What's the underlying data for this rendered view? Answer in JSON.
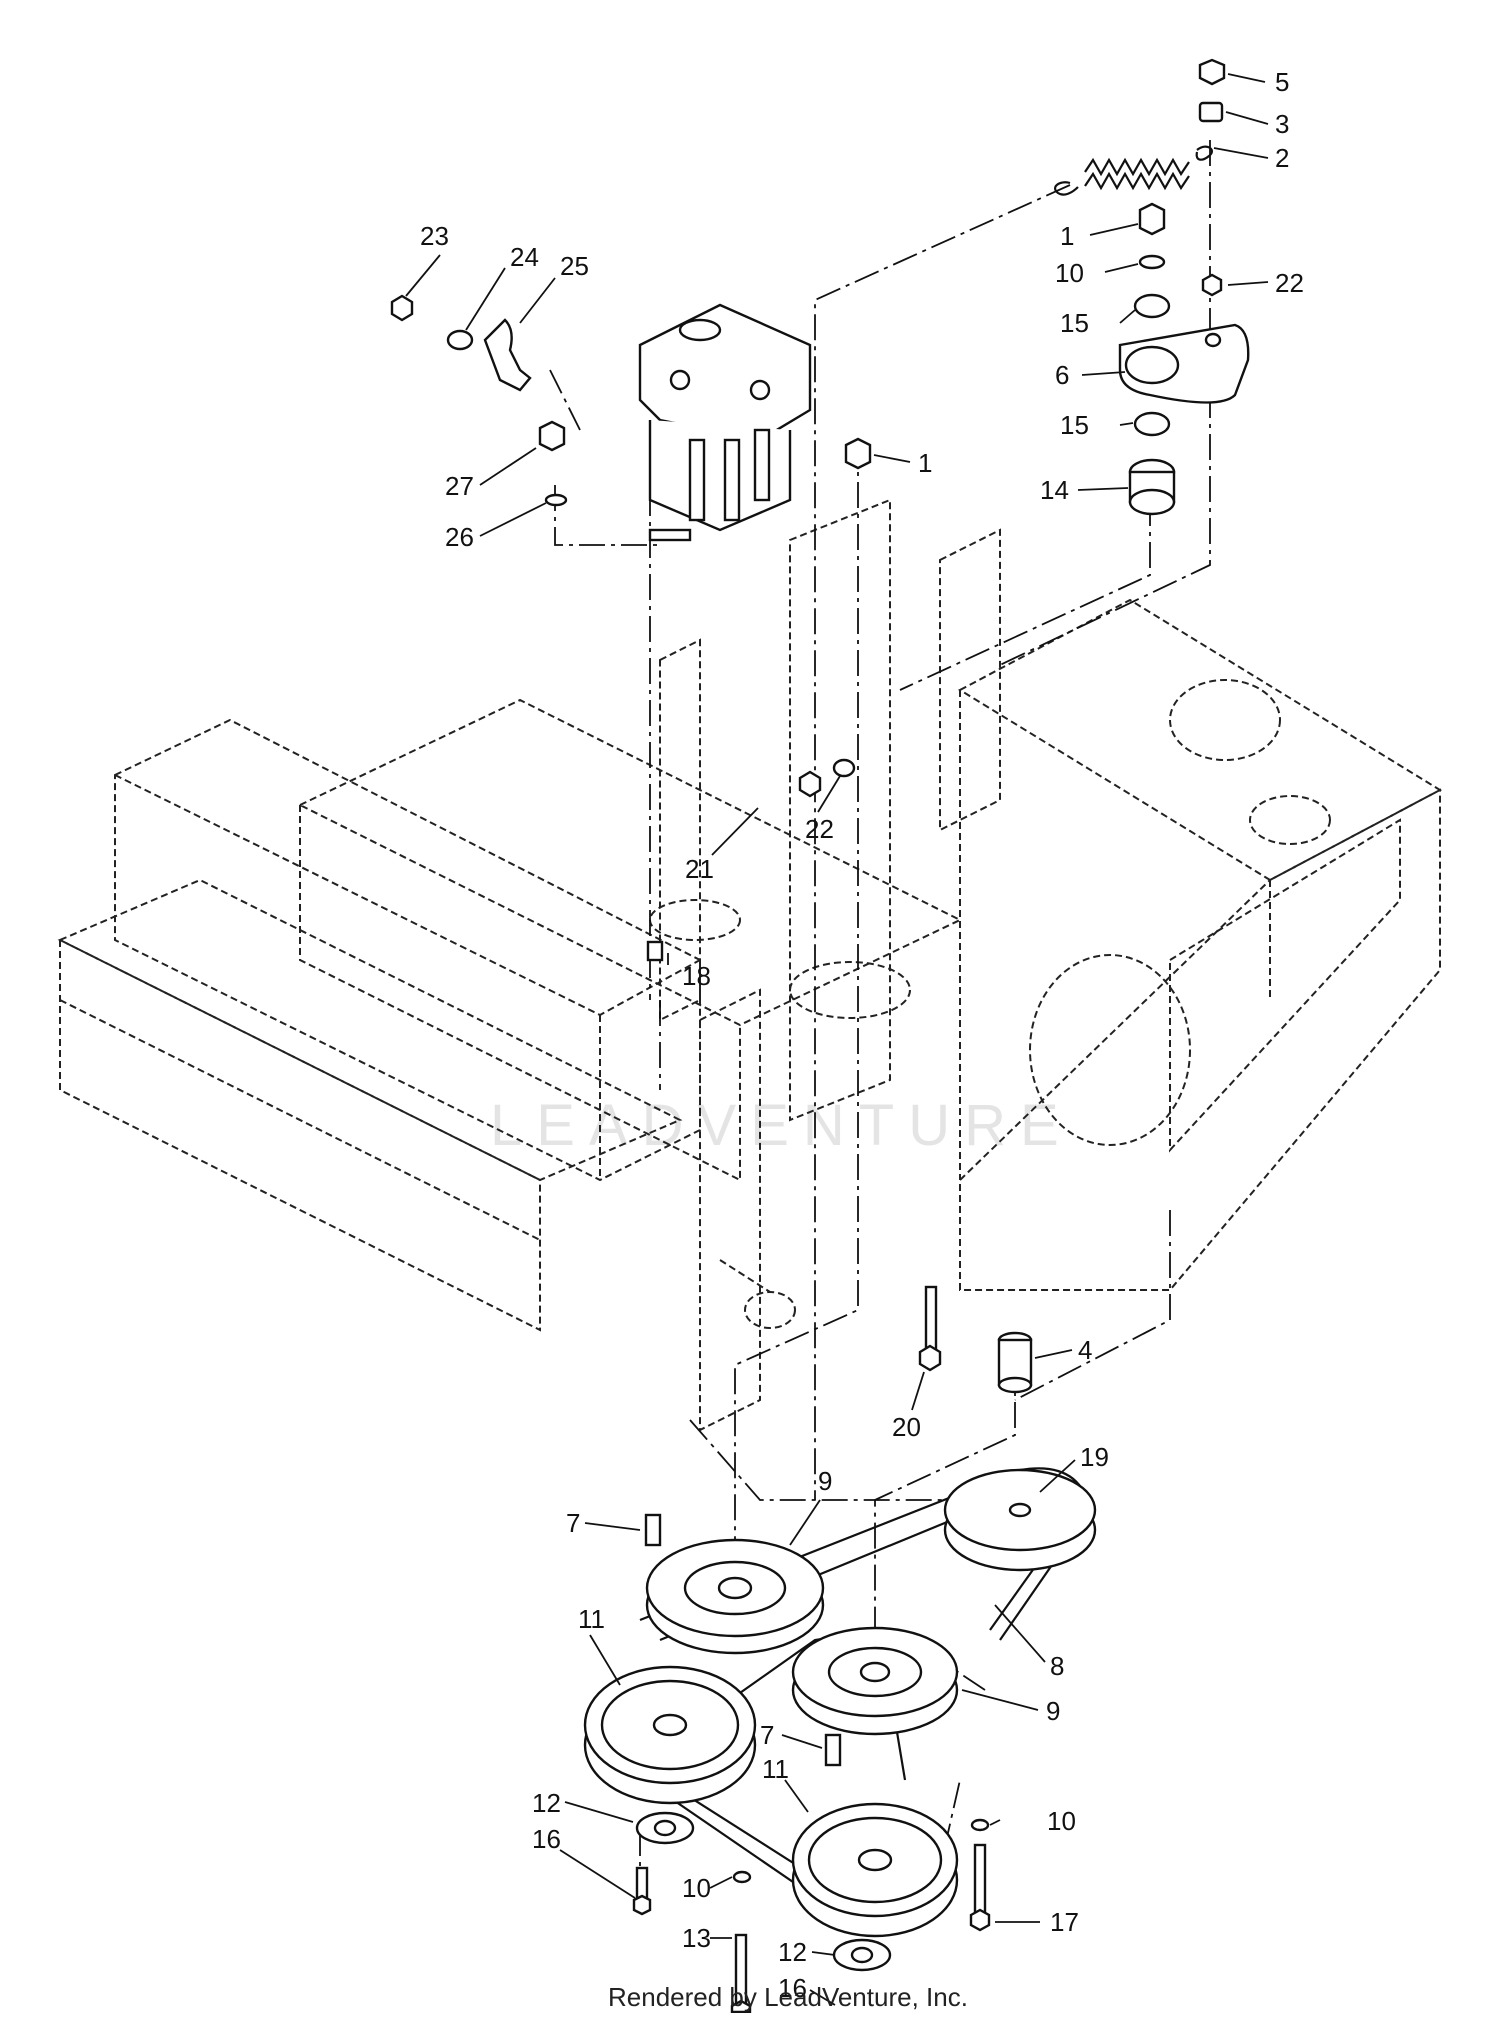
{
  "diagram": {
    "footer": "Rendered by LeadVenture, Inc.",
    "watermark": "LEADVENTURE",
    "callouts": [
      {
        "id": "c5",
        "text": "5"
      },
      {
        "id": "c3",
        "text": "3"
      },
      {
        "id": "c2",
        "text": "2"
      },
      {
        "id": "c1a",
        "text": "1"
      },
      {
        "id": "c10a",
        "text": "10"
      },
      {
        "id": "c22a",
        "text": "22"
      },
      {
        "id": "c15a",
        "text": "15"
      },
      {
        "id": "c6",
        "text": "6"
      },
      {
        "id": "c15b",
        "text": "15"
      },
      {
        "id": "c14",
        "text": "14"
      },
      {
        "id": "c1b",
        "text": "1"
      },
      {
        "id": "c23",
        "text": "23"
      },
      {
        "id": "c24",
        "text": "24"
      },
      {
        "id": "c25",
        "text": "25"
      },
      {
        "id": "c27",
        "text": "27"
      },
      {
        "id": "c26",
        "text": "26"
      },
      {
        "id": "c21",
        "text": "21"
      },
      {
        "id": "c22b",
        "text": "22"
      },
      {
        "id": "c18",
        "text": "18"
      },
      {
        "id": "c20",
        "text": "20"
      },
      {
        "id": "c4",
        "text": "4"
      },
      {
        "id": "c19",
        "text": "19"
      },
      {
        "id": "c7a",
        "text": "7"
      },
      {
        "id": "c9a",
        "text": "9"
      },
      {
        "id": "c8",
        "text": "8"
      },
      {
        "id": "c9b",
        "text": "9"
      },
      {
        "id": "c11a",
        "text": "11"
      },
      {
        "id": "c7b",
        "text": "7"
      },
      {
        "id": "c11b",
        "text": "11"
      },
      {
        "id": "c10b",
        "text": "10"
      },
      {
        "id": "c12a",
        "text": "12"
      },
      {
        "id": "c16a",
        "text": "16"
      },
      {
        "id": "c10c",
        "text": "10"
      },
      {
        "id": "c13",
        "text": "13"
      },
      {
        "id": "c12b",
        "text": "12"
      },
      {
        "id": "c17",
        "text": "17"
      },
      {
        "id": "c16b",
        "text": "16"
      }
    ]
  }
}
